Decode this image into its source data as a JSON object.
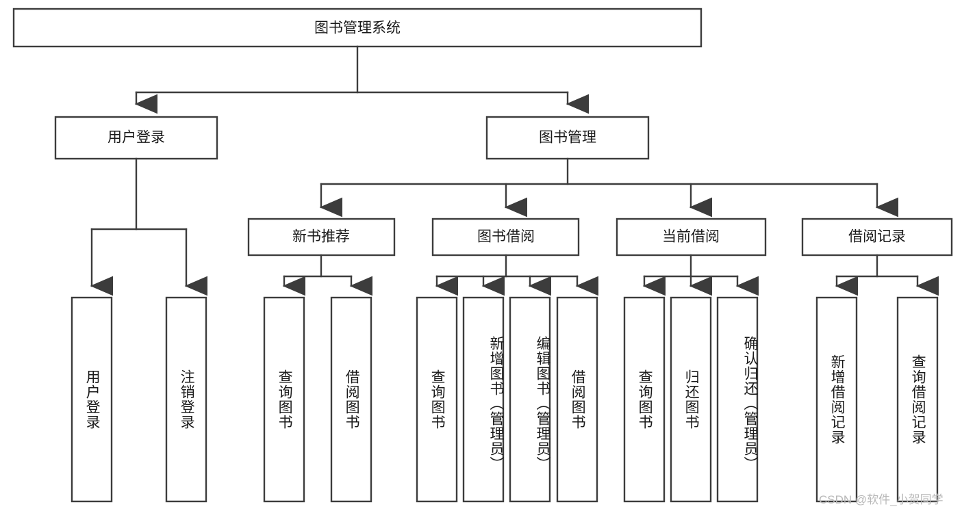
{
  "diagram": {
    "title": "图书管理系统",
    "type": "hierarchy-tree",
    "root": {
      "label": "图书管理系统"
    },
    "level2": [
      {
        "label": "用户登录"
      },
      {
        "label": "图书管理"
      }
    ],
    "level3": [
      {
        "label": "新书推荐"
      },
      {
        "label": "图书借阅"
      },
      {
        "label": "当前借阅"
      },
      {
        "label": "借阅记录"
      }
    ],
    "leaves": {
      "user_login": [
        {
          "label": "用户登录"
        },
        {
          "label": "注销登录"
        }
      ],
      "new_book_recommend": [
        {
          "label": "查询图书"
        },
        {
          "label": "借阅图书"
        }
      ],
      "book_borrow": [
        {
          "label": "查询图书"
        },
        {
          "label": "新增图书（管理员）"
        },
        {
          "label": "编辑图书（管理员）"
        },
        {
          "label": "借阅图书"
        }
      ],
      "current_borrow": [
        {
          "label": "查询图书"
        },
        {
          "label": "归还图书"
        },
        {
          "label": "确认归还（管理员）"
        }
      ],
      "borrow_record": [
        {
          "label": "新增借阅记录"
        },
        {
          "label": "查询借阅记录"
        }
      ]
    }
  },
  "watermark": {
    "text": "CSDN @软件_小贺同学"
  },
  "colors": {
    "stroke": "#3c3c3c",
    "box_fill": "#ffffff",
    "text": "#1a1a1a",
    "watermark": "#b8b8b8",
    "background": "#ffffff"
  }
}
